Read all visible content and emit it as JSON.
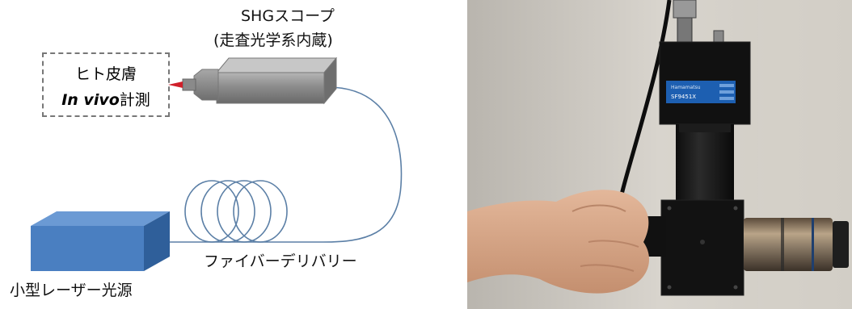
{
  "diagram": {
    "scope_label": "SHGスコープ",
    "scope_sublabel": "(走査光学系内蔵)",
    "skin_label_line1": "ヒト皮膚",
    "skin_label_line2_italic": "In vivo",
    "skin_label_line2_rest": "計測",
    "fiber_label": "ファイバーデリバリー",
    "laser_label": "小型レーザー光源",
    "colors": {
      "fiber": "#5b7fa6",
      "laser_front": "#4a7fc1",
      "laser_top": "#6b9ad4",
      "laser_side": "#2f5f9a",
      "scope_body": "#8c8c8c",
      "beam": "#d0202a"
    }
  },
  "photo": {
    "description_icon": "handheld-shg-scope-photo-icon",
    "device_label": "SF9451X"
  }
}
